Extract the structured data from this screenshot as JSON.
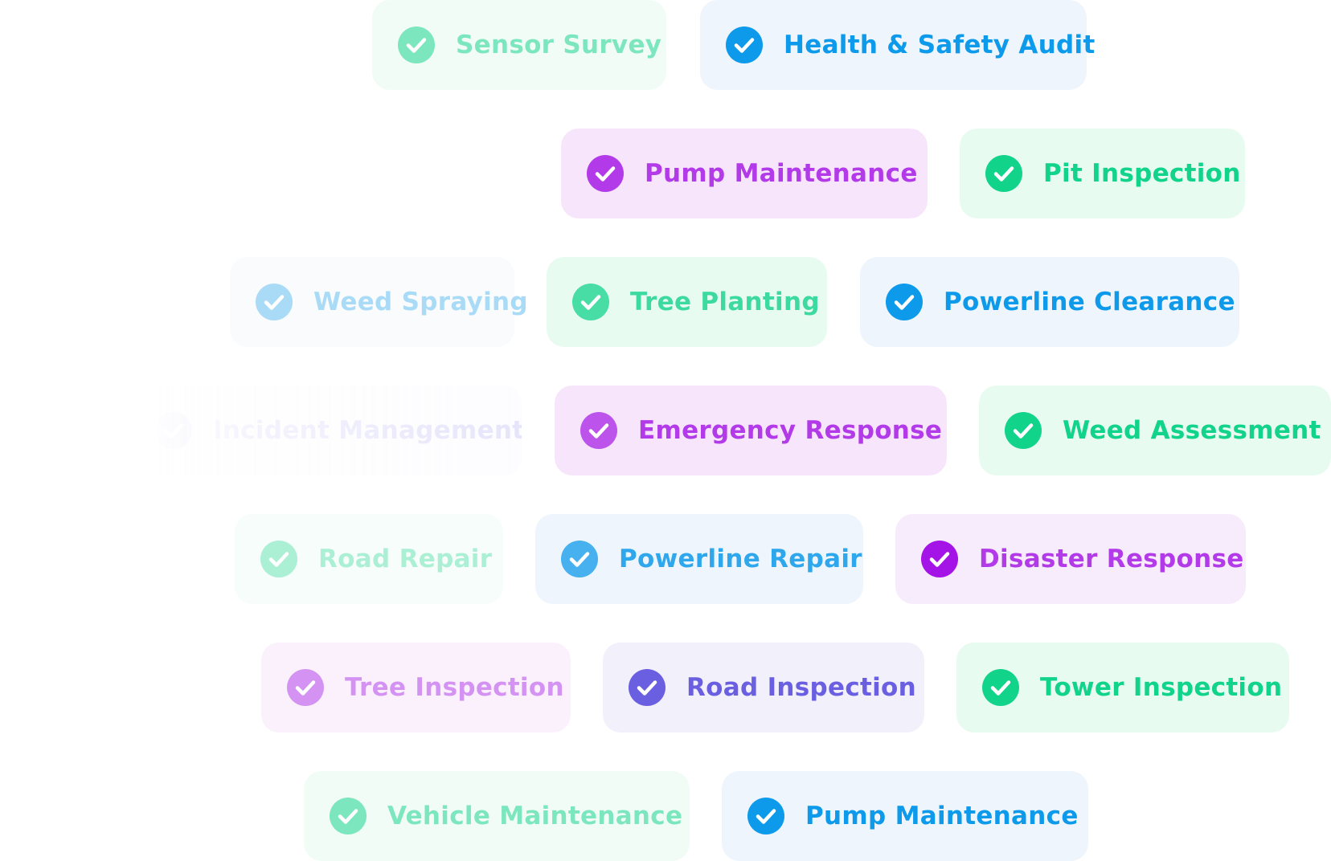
{
  "colors": {
    "green": "#12d38a",
    "blue": "#0d9aea",
    "purple": "#b23ae8",
    "violet": "#6a5fe0"
  },
  "chips": [
    {
      "label": "Sensor Survey",
      "icon": "check-circle-icon",
      "theme": "green"
    },
    {
      "label": "Health & Safety Audit",
      "icon": "check-circle-icon",
      "theme": "blue"
    },
    {
      "label": "Pump Maintenance",
      "icon": "check-circle-icon",
      "theme": "purple"
    },
    {
      "label": "Pit Inspection",
      "icon": "check-circle-icon",
      "theme": "green"
    },
    {
      "label": "Weed Spraying",
      "icon": "check-circle-icon",
      "theme": "blue"
    },
    {
      "label": "Tree Planting",
      "icon": "check-circle-icon",
      "theme": "green"
    },
    {
      "label": "Powerline Clearance",
      "icon": "check-circle-icon",
      "theme": "blue"
    },
    {
      "label": "Incident Management",
      "icon": "check-circle-icon",
      "theme": "violet"
    },
    {
      "label": "Emergency Response",
      "icon": "check-circle-icon",
      "theme": "purple"
    },
    {
      "label": "Weed Assessment",
      "icon": "check-circle-icon",
      "theme": "green"
    },
    {
      "label": "Road Repair",
      "icon": "check-circle-icon",
      "theme": "green"
    },
    {
      "label": "Powerline Repair",
      "icon": "check-circle-icon",
      "theme": "blue"
    },
    {
      "label": "Disaster Response",
      "icon": "check-circle-icon",
      "theme": "purple"
    },
    {
      "label": "Tree Inspection",
      "icon": "check-circle-icon",
      "theme": "purple"
    },
    {
      "label": "Road Inspection",
      "icon": "check-circle-icon",
      "theme": "violet"
    },
    {
      "label": "Tower Inspection",
      "icon": "check-circle-icon",
      "theme": "green"
    },
    {
      "label": "Vehicle Maintenance",
      "icon": "check-circle-icon",
      "theme": "green"
    },
    {
      "label": "Pump Maintenance",
      "icon": "check-circle-icon",
      "theme": "blue"
    }
  ]
}
